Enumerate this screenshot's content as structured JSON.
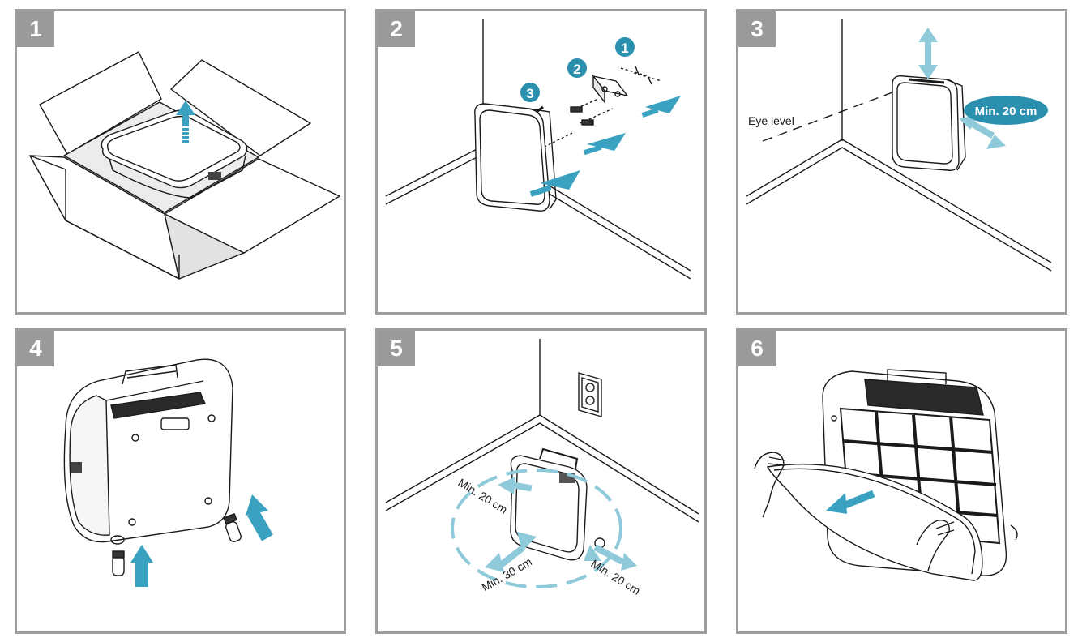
{
  "colors": {
    "accent": "#3aa2c0",
    "accent_light": "#8fcadb",
    "frame": "#9d9d9d",
    "line": "#1a1a1a"
  },
  "panels": [
    {
      "number": "1"
    },
    {
      "number": "2",
      "callouts": [
        "1",
        "2",
        "3"
      ]
    },
    {
      "number": "3",
      "eye_level": "Eye level",
      "clearance": "Min. 20 cm"
    },
    {
      "number": "4"
    },
    {
      "number": "5",
      "clearance_left": "Min. 20 cm",
      "clearance_front": "Min. 30 cm",
      "clearance_right": "Min. 20 cm"
    },
    {
      "number": "6"
    }
  ]
}
